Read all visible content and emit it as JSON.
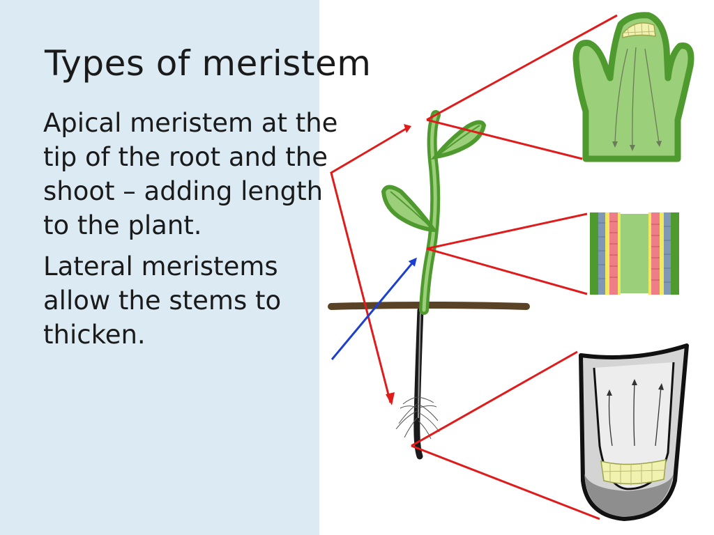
{
  "slide": {
    "title": "Types of meristem",
    "paragraphs": [
      "Apical meristem at the tip of the root and the shoot – adding length to the plant.",
      "Lateral meristems allow the stems to thicken."
    ]
  },
  "colors": {
    "background_left": "#dbeaf3",
    "background_right": "#ffffff",
    "stem_green": "#4f9a2e",
    "tissue_light_green": "#9ccf7a",
    "meristem_yellow": "#f2f2b0",
    "soil_brown": "#5a4226",
    "root_black": "#1a1a1a",
    "pointer_red": "#e01b1b",
    "pointer_blue": "#1b3fd0",
    "root_tip_gray": "#c9c9c9"
  },
  "icons": [
    "plant-illustration",
    "shoot-tip-detail",
    "stem-cross-section-detail",
    "root-tip-detail"
  ]
}
